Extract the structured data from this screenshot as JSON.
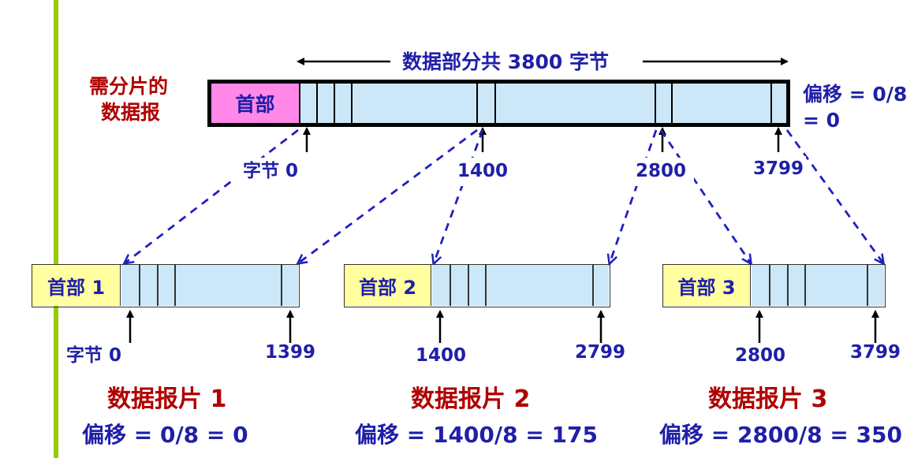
{
  "original": {
    "label_line1": "需分片的",
    "label_line2": "数据报",
    "header": "首部",
    "total_label": "数据部分共 3800 字节",
    "offset_line1": "偏移 = 0/8",
    "offset_line2": "= 0",
    "byte_labels": [
      "字节 0",
      "1400",
      "2800",
      "3799"
    ]
  },
  "fragments": [
    {
      "header": "首部 1",
      "start_label": "字节 0",
      "end_label": "1399",
      "title": "数据报片 1",
      "offset": "偏移 = 0/8 = 0"
    },
    {
      "header": "首部 2",
      "start_label": "1400",
      "end_label": "2799",
      "title": "数据报片 2",
      "offset": "偏移 = 1400/8 = 175"
    },
    {
      "header": "首部 3",
      "start_label": "2800",
      "end_label": "3799",
      "title": "数据报片 3",
      "offset": "偏移 = 2800/8 = 350"
    }
  ],
  "colors": {
    "original_header": "#ff88e8",
    "fragment_header": "#ffffa0",
    "data": "#cce8f8",
    "label_blue": "#1f1fa8",
    "label_red": "#b00000",
    "dashed_arrow": "#2020c0",
    "side_bar": "#99cc00"
  }
}
